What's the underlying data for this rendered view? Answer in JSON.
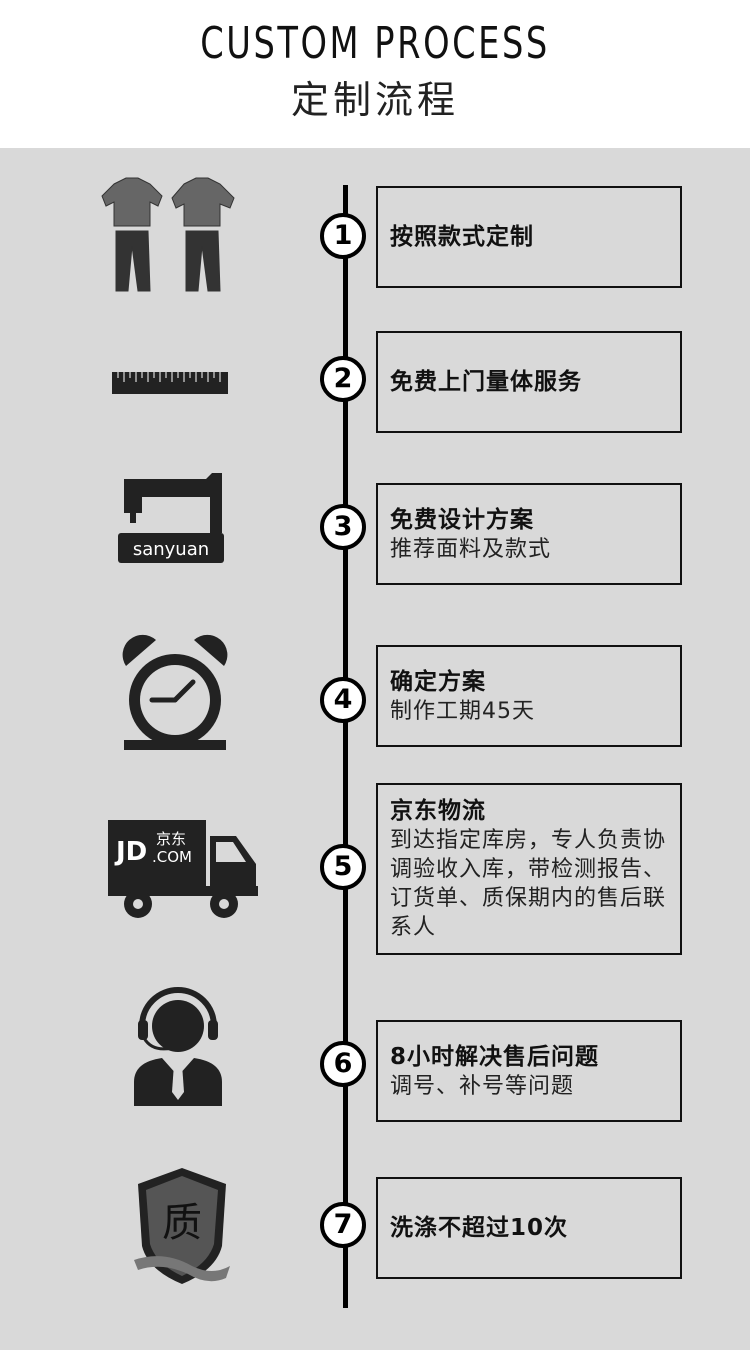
{
  "header": {
    "title_en": "CUSTOM PROCESS",
    "title_cn": "定制流程"
  },
  "steps": [
    {
      "num": "1",
      "title": "按照款式定制",
      "desc": "",
      "icon": "uniform-icon"
    },
    {
      "num": "2",
      "title": "免费上门量体服务",
      "desc": "",
      "icon": "ruler-icon"
    },
    {
      "num": "3",
      "title": "免费设计方案",
      "desc": "推荐面料及款式",
      "icon": "sewing-machine-icon"
    },
    {
      "num": "4",
      "title": "确定方案",
      "desc": "制作工期45天",
      "icon": "alarm-clock-icon"
    },
    {
      "num": "5",
      "title": "京东物流",
      "desc": "到达指定库房，专人负责协调验收入库，带检测报告、订货单、质保期内的售后联系人",
      "icon": "truck-icon"
    },
    {
      "num": "6",
      "title": "8小时解决售后问题",
      "desc": "调号、补号等问题",
      "icon": "customer-service-icon"
    },
    {
      "num": "7",
      "title": "洗涤不超过10次",
      "desc": "",
      "icon": "quality-badge-icon"
    }
  ],
  "icons": {
    "sewing_brand": "sanyuan",
    "truck_logo_jd": "JD",
    "truck_logo_cn": "京东",
    "truck_logo_com": ".COM",
    "quality_char": "质"
  },
  "colors": {
    "background": "#d9d9d9",
    "header_bg": "#ffffff",
    "line": "#000000"
  }
}
